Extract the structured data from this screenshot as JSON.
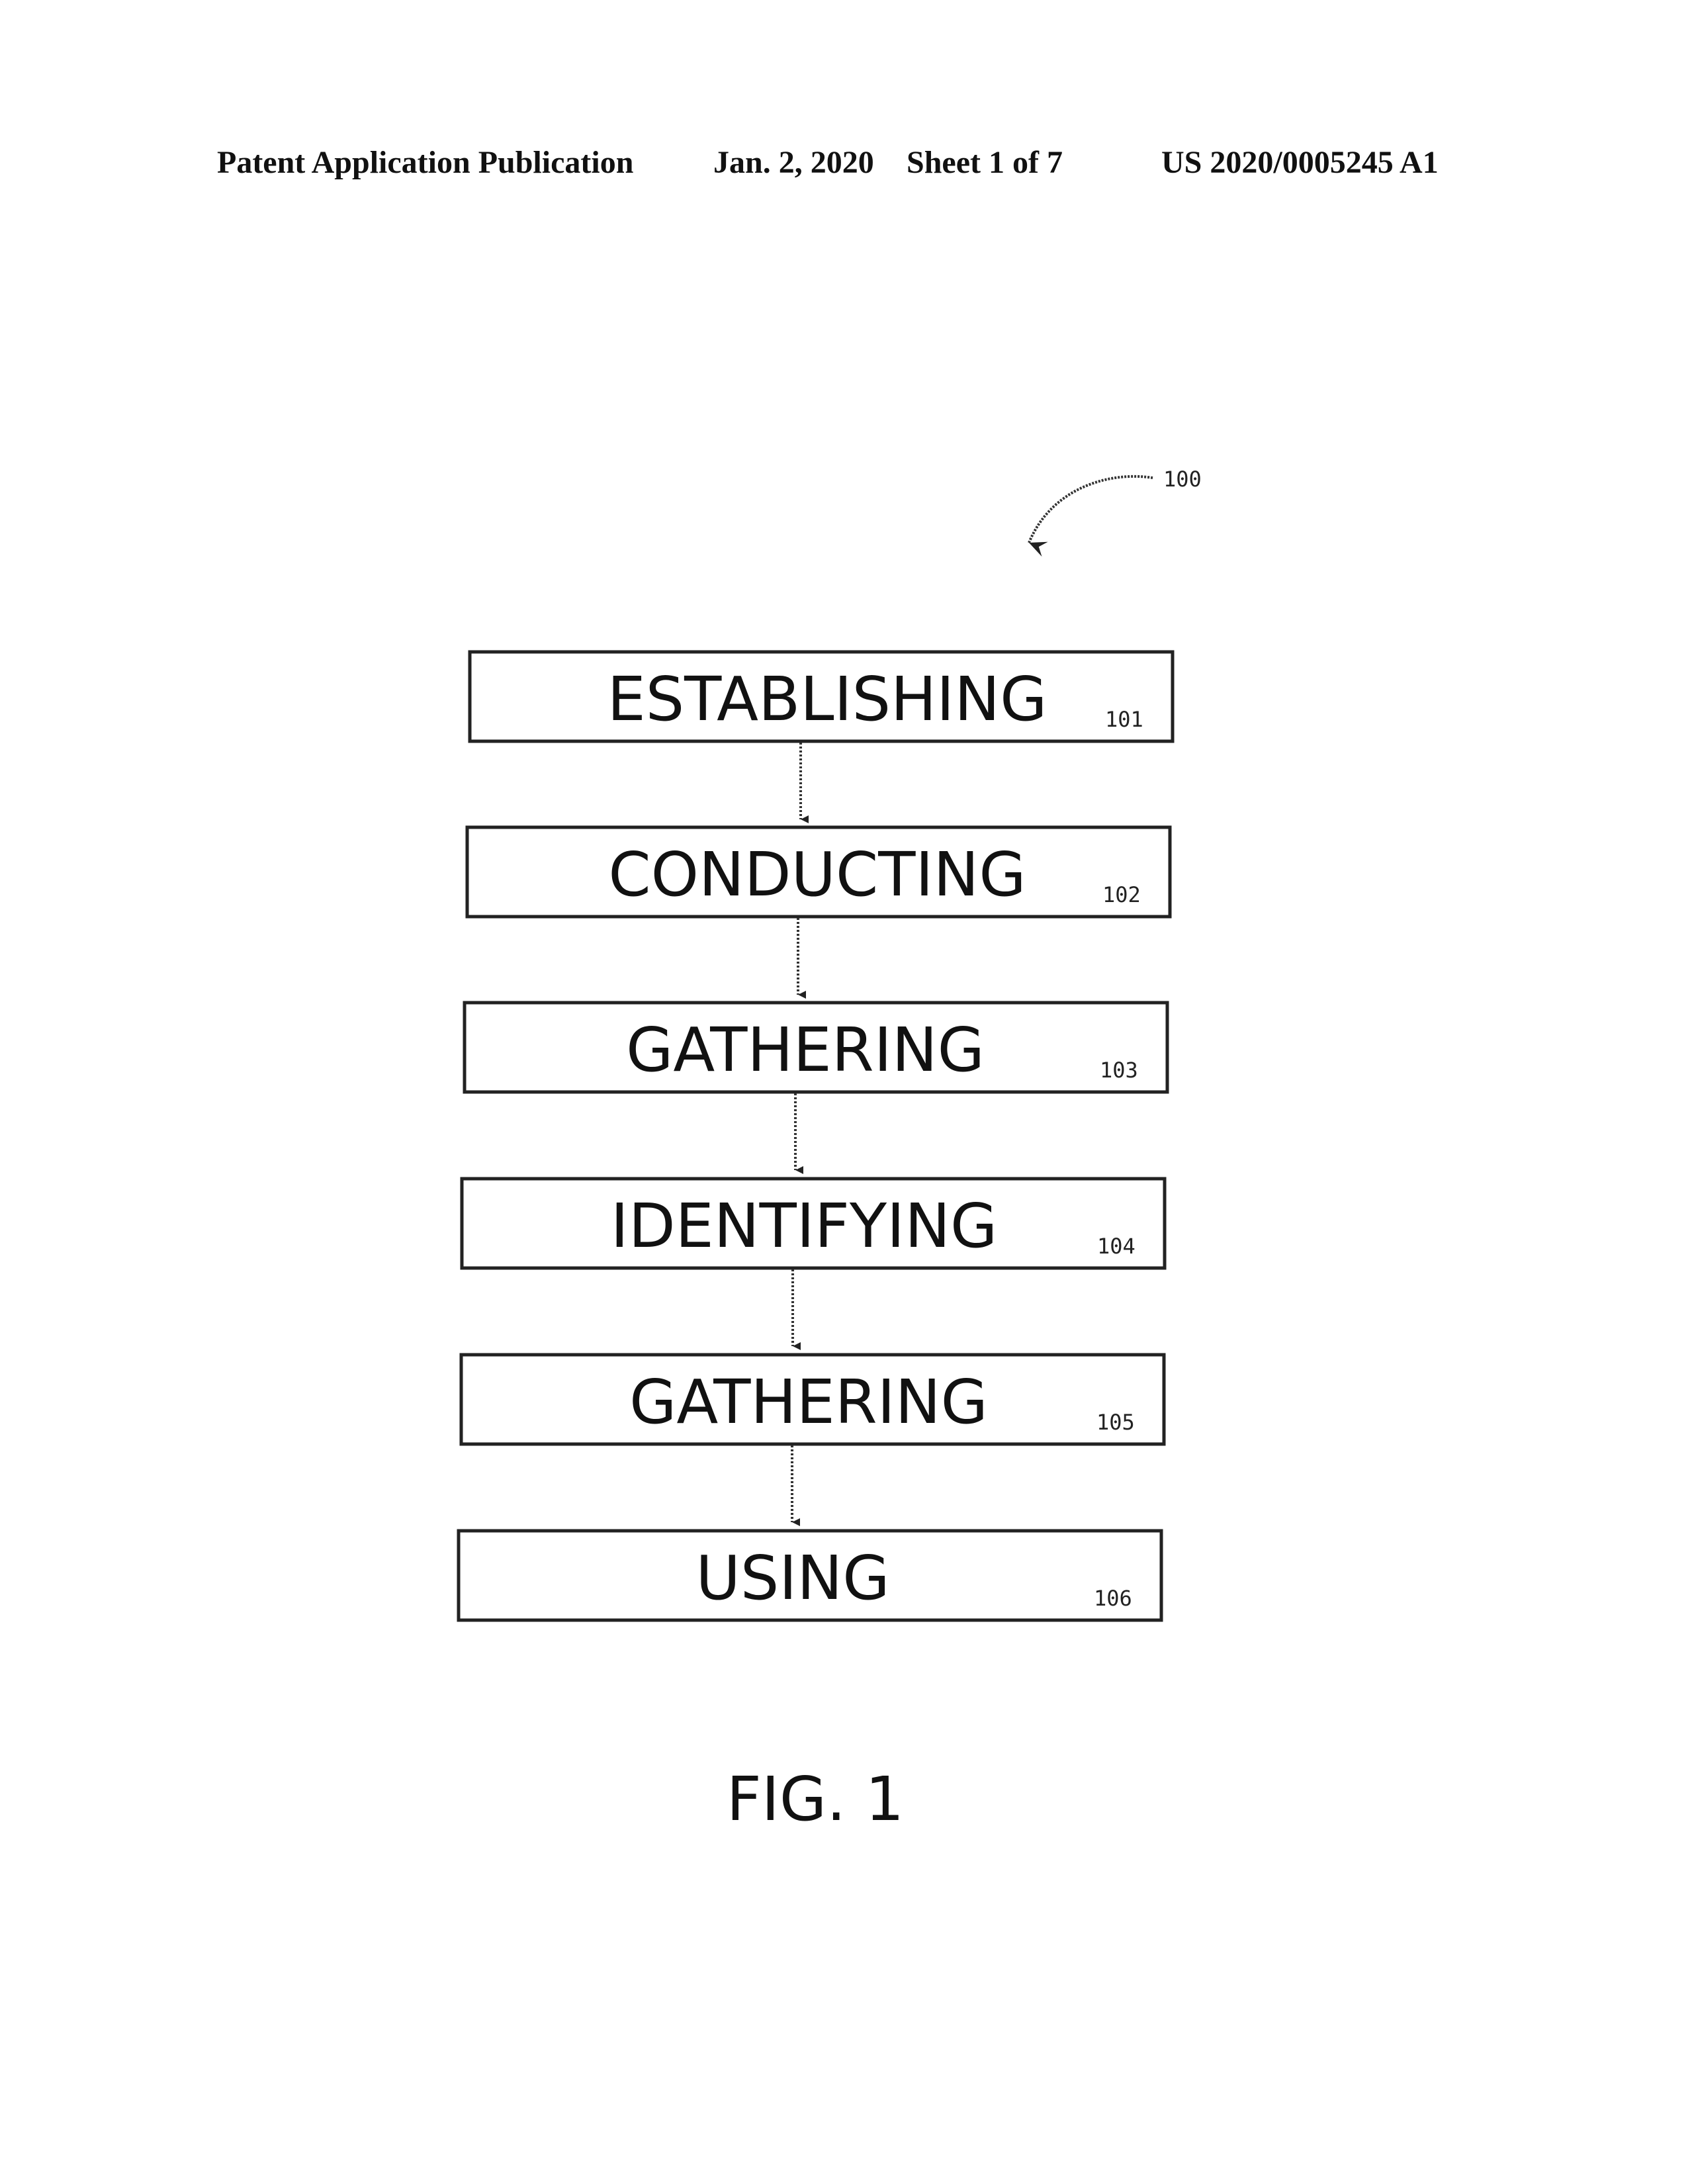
{
  "header": {
    "publication_label": "Patent Application Publication",
    "date": "Jan. 2, 2020",
    "sheet": "Sheet 1 of 7",
    "number": "US 2020/0005245 A1"
  },
  "figure": {
    "overall_ref": "100",
    "caption": "FIG. 1",
    "steps": [
      {
        "label": "ESTABLISHING",
        "ref": "101"
      },
      {
        "label": "CONDUCTING",
        "ref": "102"
      },
      {
        "label": "GATHERING",
        "ref": "103"
      },
      {
        "label": "IDENTIFYING",
        "ref": "104"
      },
      {
        "label": "GATHERING",
        "ref": "105"
      },
      {
        "label": "USING",
        "ref": "106"
      }
    ]
  }
}
